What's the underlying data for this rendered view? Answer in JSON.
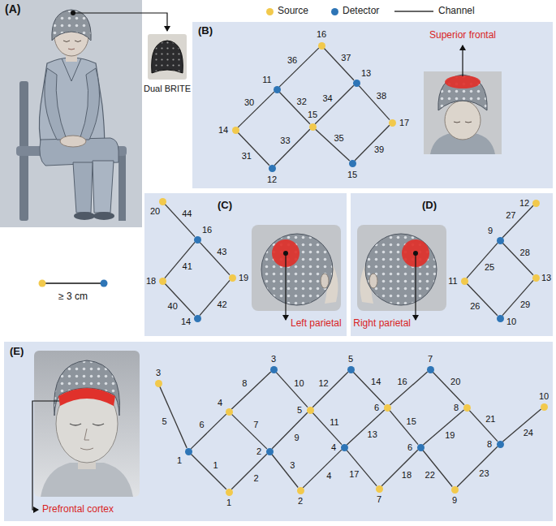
{
  "diagram": {
    "nodes": [
      {
        "text": [
          "(B)"
        ]
      },
      {
        "text": [
          "16"
        ],
        "in": 0
      },
      {
        "text": [
          "11"
        ],
        "in": 0
      },
      {
        "text": [
          "13"
        ],
        "in": 0
      },
      {
        "text": [
          "14"
        ],
        "in": 0
      },
      {
        "text": [
          "15"
        ],
        "in": 0
      },
      {
        "text": [
          "17"
        ],
        "in": 0
      },
      {
        "text": [
          "12"
        ],
        "in": 0
      },
      {
        "text": [
          "15"
        ],
        "in": 0
      },
      {
        "text": [
          "(C)"
        ]
      },
      {
        "text": [
          "20"
        ],
        "in": 9
      },
      {
        "text": [
          "16"
        ],
        "in": 9
      },
      {
        "text": [
          "18"
        ],
        "in": 9
      },
      {
        "text": [
          "19"
        ],
        "in": 9
      },
      {
        "text": [
          "14"
        ],
        "in": 9
      },
      {
        "text": [
          "(D)"
        ]
      },
      {
        "text": [
          "12"
        ],
        "in": 15
      },
      {
        "text": [
          "9"
        ],
        "in": 15
      },
      {
        "text": [
          "11"
        ],
        "in": 15
      },
      {
        "text": [
          "13"
        ],
        "in": 15
      },
      {
        "text": [
          "10"
        ],
        "in": 15
      },
      {
        "text": [
          "(E)"
        ]
      },
      {
        "text": [
          "3"
        ],
        "in": 21
      },
      {
        "text": [
          "5"
        ],
        "in": 21
      },
      {
        "text": [
          "7"
        ],
        "in": 21
      },
      {
        "text": [
          "3"
        ],
        "in": 21
      },
      {
        "text": [
          "10"
        ],
        "in": 21
      },
      {
        "text": [
          "6"
        ],
        "in": 21
      },
      {
        "text": [
          "8"
        ],
        "in": 21
      },
      {
        "text": [
          "5"
        ],
        "in": 21
      },
      {
        "text": [
          "4"
        ],
        "in": 21
      },
      {
        "text": [
          "8"
        ],
        "in": 21
      },
      {
        "text": [
          "4"
        ],
        "in": 21
      },
      {
        "text": [
          "6"
        ],
        "in": 21
      },
      {
        "text": [
          "1"
        ],
        "in": 21
      },
      {
        "text": [
          "2"
        ],
        "in": 21
      },
      {
        "text": [
          "7"
        ],
        "in": 21
      },
      {
        "text": [
          "9"
        ],
        "in": 21
      },
      {
        "text": [
          "2"
        ],
        "in": 21
      },
      {
        "text": [
          "1"
        ],
        "in": 21
      }
    ],
    "edges": [
      {
        "from": 2,
        "to": 1,
        "label": "36",
        "arrow": "none"
      },
      {
        "from": 1,
        "to": 3,
        "label": "37",
        "arrow": "none"
      },
      {
        "from": 2,
        "to": 4,
        "label": "30",
        "arrow": "none"
      },
      {
        "from": 2,
        "to": 5,
        "label": "32",
        "arrow": "none"
      },
      {
        "from": 4,
        "to": 7,
        "label": "31",
        "arrow": "none"
      },
      {
        "from": 7,
        "to": 5,
        "label": "33",
        "arrow": "none"
      },
      {
        "from": 5,
        "to": 3,
        "label": "34",
        "arrow": "none"
      },
      {
        "from": 5,
        "to": 8,
        "label": "35",
        "arrow": "none"
      },
      {
        "from": 3,
        "to": 6,
        "label": "38",
        "arrow": "none"
      },
      {
        "from": 6,
        "to": 8,
        "label": "39",
        "arrow": "none"
      },
      {
        "from": 10,
        "to": 11,
        "label": "44",
        "arrow": "none"
      },
      {
        "from": 11,
        "to": 13,
        "label": "43",
        "arrow": "none"
      },
      {
        "from": 11,
        "to": 12,
        "label": "41",
        "arrow": "none"
      },
      {
        "from": 12,
        "to": 14,
        "label": "40",
        "arrow": "none"
      },
      {
        "from": 13,
        "to": 14,
        "label": "42",
        "arrow": "none"
      },
      {
        "from": 17,
        "to": 16,
        "label": "27",
        "arrow": "none"
      },
      {
        "from": 17,
        "to": 19,
        "label": "28",
        "arrow": "none"
      },
      {
        "from": 17,
        "to": 18,
        "label": "25",
        "arrow": "none"
      },
      {
        "from": 18,
        "to": 20,
        "label": "26",
        "arrow": "none"
      },
      {
        "from": 19,
        "to": 20,
        "label": "29",
        "arrow": "none"
      },
      {
        "from": 25,
        "to": 34,
        "label": "5",
        "arrow": "none"
      },
      {
        "from": 34,
        "to": 30,
        "label": "6",
        "arrow": "none"
      },
      {
        "from": 34,
        "to": 39,
        "label": "1",
        "arrow": "none"
      },
      {
        "from": 30,
        "to": 22,
        "label": "8",
        "arrow": "none"
      },
      {
        "from": 30,
        "to": 35,
        "label": "7",
        "arrow": "none"
      },
      {
        "from": 35,
        "to": 39,
        "label": "2",
        "arrow": "none"
      },
      {
        "from": 35,
        "to": 29,
        "label": "9",
        "arrow": "none"
      },
      {
        "from": 35,
        "to": 38,
        "label": "3",
        "arrow": "none"
      },
      {
        "from": 22,
        "to": 29,
        "label": "10",
        "arrow": "none"
      },
      {
        "from": 29,
        "to": 23,
        "label": "12",
        "arrow": "none"
      },
      {
        "from": 29,
        "to": 32,
        "label": "11",
        "arrow": "none"
      },
      {
        "from": 38,
        "to": 32,
        "label": "4",
        "arrow": "none"
      },
      {
        "from": 23,
        "to": 27,
        "label": "14",
        "arrow": "none"
      },
      {
        "from": 32,
        "to": 27,
        "label": "13",
        "arrow": "none"
      },
      {
        "from": 32,
        "to": 36,
        "label": "17",
        "arrow": "none"
      },
      {
        "from": 27,
        "to": 24,
        "label": "16",
        "arrow": "none"
      },
      {
        "from": 27,
        "to": 33,
        "label": "15",
        "arrow": "none"
      },
      {
        "from": 33,
        "to": 36,
        "label": "18",
        "arrow": "none"
      },
      {
        "from": 24,
        "to": 28,
        "label": "20",
        "arrow": "none"
      },
      {
        "from": 33,
        "to": 28,
        "label": "19",
        "arrow": "none"
      },
      {
        "from": 33,
        "to": 37,
        "label": "22",
        "arrow": "none"
      },
      {
        "from": 28,
        "to": 31,
        "label": "21",
        "arrow": "none"
      },
      {
        "from": 37,
        "to": 31,
        "label": "23",
        "arrow": "none"
      },
      {
        "from": 31,
        "to": 26,
        "label": "24",
        "arrow": "none"
      }
    ],
    "labels": [
      "(A)",
      "Dual BRITE",
      "≥ 3 cm",
      "Superior frontal",
      "Left parietal",
      "Right parietal",
      "Prefrontal cortex"
    ],
    "legend": [
      {
        "text": "Source",
        "color": "#f2c94c"
      },
      {
        "text": "Detector",
        "color": "#2e75b6"
      },
      {
        "text": "Channel"
      }
    ]
  }
}
